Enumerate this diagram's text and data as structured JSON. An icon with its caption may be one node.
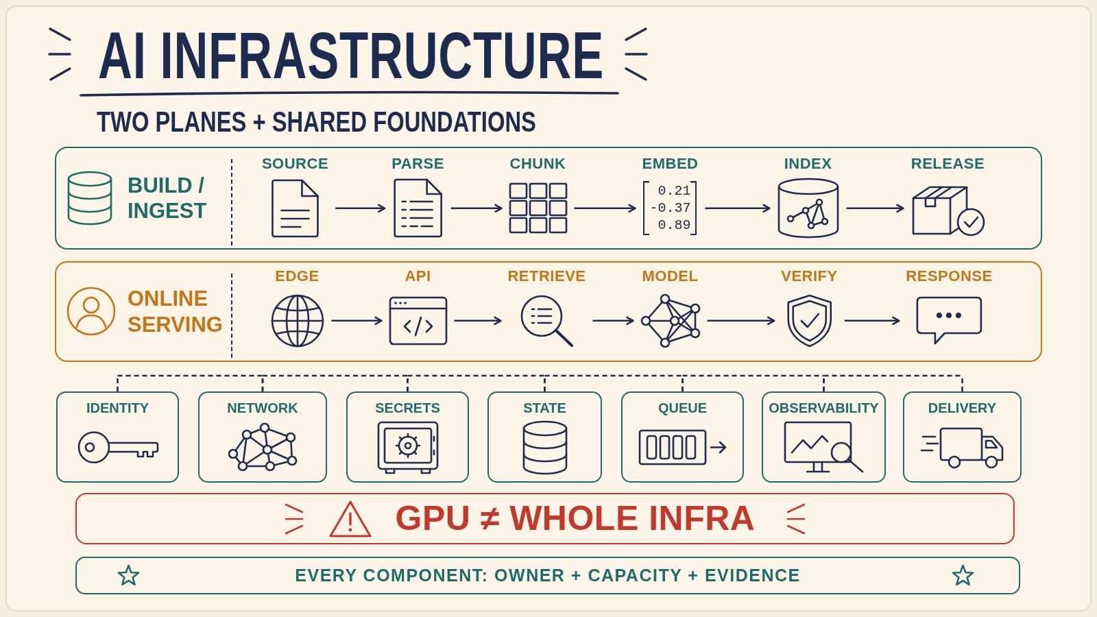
{
  "diagram": {
    "title": "AI INFRASTRUCTURE",
    "nodes": [
      {
        "text": [
          "BUILD / INGEST"
        ]
      },
      {
        "text": [
          "SOURCE"
        ],
        "in": 0
      },
      {
        "text": [
          "PARSE"
        ],
        "in": 0
      },
      {
        "text": [
          "CHUNK"
        ],
        "in": 0
      },
      {
        "text": [
          "EMBED",
          "0.21 -0.37 0.89"
        ],
        "in": 0
      },
      {
        "text": [
          "INDEX"
        ],
        "in": 0
      },
      {
        "text": [
          "RELEASE"
        ],
        "in": 0
      },
      {
        "text": [
          "ONLINE SERVING"
        ]
      },
      {
        "text": [
          "EDGE"
        ],
        "in": 7
      },
      {
        "text": [
          "API"
        ],
        "in": 7
      },
      {
        "text": [
          "RETRIEVE"
        ],
        "in": 7
      },
      {
        "text": [
          "MODEL"
        ],
        "in": 7
      },
      {
        "text": [
          "VERIFY"
        ],
        "in": 7
      },
      {
        "text": [
          "RESPONSE"
        ],
        "in": 7
      },
      {
        "text": [
          "IDENTITY"
        ]
      },
      {
        "text": [
          "NETWORK"
        ]
      },
      {
        "text": [
          "SECRETS"
        ]
      },
      {
        "text": [
          "STATE"
        ]
      },
      {
        "text": [
          "QUEUE"
        ]
      },
      {
        "text": [
          "OBSERVABILITY"
        ]
      },
      {
        "text": [
          "DELIVERY"
        ]
      },
      {
        "text": [
          "GPU ≠ WHOLE INFRA"
        ]
      },
      {
        "text": [
          "EVERY COMPONENT: OWNER + CAPACITY + EVIDENCE"
        ]
      }
    ],
    "edges": [
      {
        "from": 1,
        "to": 2,
        "arrow": "to"
      },
      {
        "from": 2,
        "to": 3,
        "arrow": "to"
      },
      {
        "from": 3,
        "to": 4,
        "arrow": "to"
      },
      {
        "from": 4,
        "to": 5,
        "arrow": "to"
      },
      {
        "from": 5,
        "to": 6,
        "arrow": "to"
      },
      {
        "from": 8,
        "to": 9,
        "arrow": "to"
      },
      {
        "from": 9,
        "to": 10,
        "arrow": "to"
      },
      {
        "from": 10,
        "to": 11,
        "arrow": "to"
      },
      {
        "from": 11,
        "to": 12,
        "arrow": "to"
      },
      {
        "from": 12,
        "to": 13,
        "arrow": "to"
      },
      {
        "from": 14,
        "to": 15,
        "arrow": "none",
        "style": "dashed"
      },
      {
        "from": 15,
        "to": 16,
        "arrow": "none",
        "style": "dashed"
      },
      {
        "from": 16,
        "to": 17,
        "arrow": "none",
        "style": "dashed"
      },
      {
        "from": 17,
        "to": 18,
        "arrow": "none",
        "style": "dashed"
      },
      {
        "from": 18,
        "to": 19,
        "arrow": "none",
        "style": "dashed"
      },
      {
        "from": 19,
        "to": 20,
        "arrow": "none",
        "style": "dashed"
      }
    ],
    "labels": [
      "TWO PLANES + SHARED FOUNDATIONS"
    ]
  }
}
